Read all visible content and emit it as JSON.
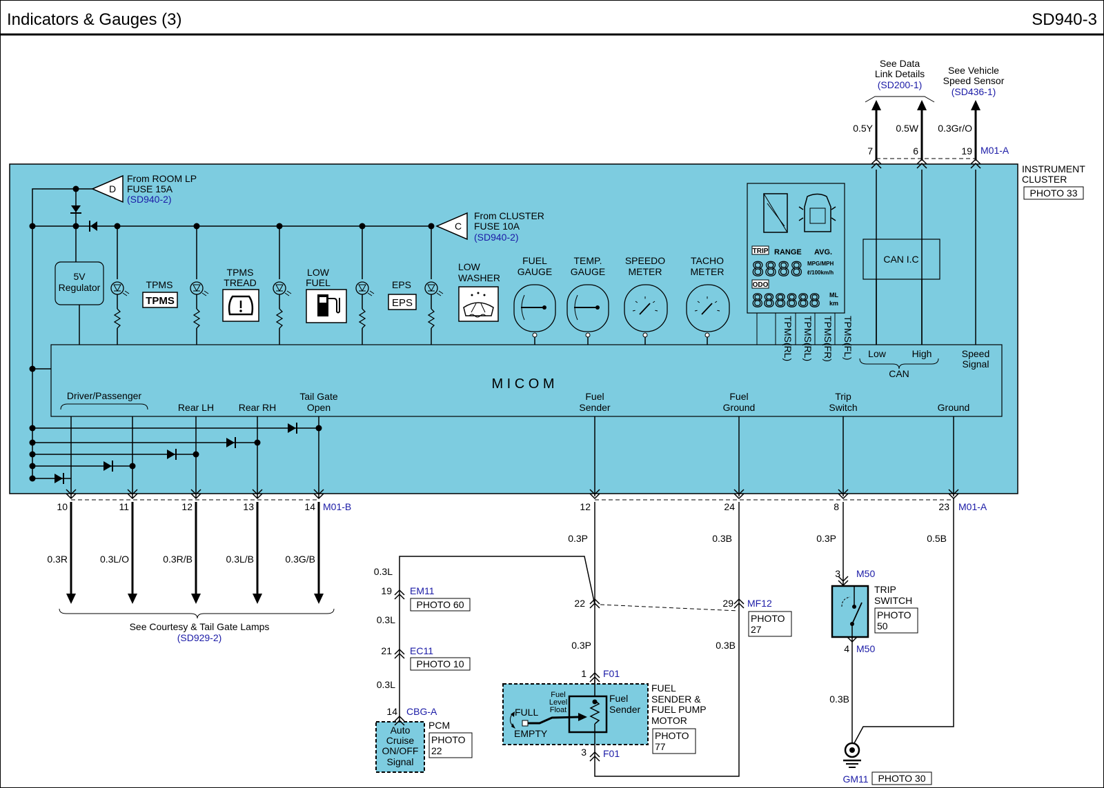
{
  "header": {
    "title": "Indicators & Gauges (3)",
    "code": "SD940-3"
  },
  "sources": {
    "room_lp": {
      "letter": "D",
      "line1": "From ROOM LP",
      "line2": "FUSE 15A",
      "ref": "(SD940-2)"
    },
    "cluster": {
      "letter": "C",
      "line1": "From CLUSTER",
      "line2": "FUSE 10A",
      "ref": "(SD940-2)"
    }
  },
  "cluster": {
    "name1": "INSTRUMENT",
    "name2": "CLUSTER",
    "photo": "PHOTO 33",
    "micom": "M I C O M",
    "regulator1": "5V",
    "regulator2": "Regulator",
    "can_ic": "CAN I.C"
  },
  "indicators": [
    {
      "id": "tpms",
      "line1": "TPMS",
      "line2": "",
      "box": "TPMS"
    },
    {
      "id": "tread",
      "line1": "TPMS",
      "line2": "TREAD",
      "box": ""
    },
    {
      "id": "lowfuel",
      "line1": "LOW",
      "line2": "FUEL",
      "box": ""
    },
    {
      "id": "eps",
      "line1": "EPS",
      "line2": "",
      "box": "EPS"
    },
    {
      "id": "washer",
      "line1": "LOW",
      "line2": "WASHER",
      "box": ""
    }
  ],
  "gauges": [
    {
      "line1": "FUEL",
      "line2": "GAUGE"
    },
    {
      "line1": "TEMP.",
      "line2": "GAUGE"
    },
    {
      "line1": "SPEEDO",
      "line2": "METER"
    },
    {
      "line1": "TACHO",
      "line2": "METER"
    }
  ],
  "lcd": {
    "trip": "TRIP",
    "range": "RANGE",
    "avg": "AVG.",
    "digits4": "8888",
    "mpg": "MPG/MPH",
    "l100": "ℓ/100km/h",
    "odo": "ODO",
    "digits6": "888888",
    "ml": "ML",
    "km": "km",
    "tpms_labels": [
      "TPMS(RL)",
      "TPMS(RL)",
      "TPMS(FR)",
      "TPMS(FL)"
    ]
  },
  "micom_labels": {
    "driver_passenger": "Driver/Passenger",
    "rear_lh": "Rear LH",
    "rear_rh": "Rear RH",
    "tail_gate1": "Tail Gate",
    "tail_gate2": "Open",
    "fuel_sender1": "Fuel",
    "fuel_sender2": "Sender",
    "fuel_ground1": "Fuel",
    "fuel_ground2": "Ground",
    "trip_switch1": "Trip",
    "trip_switch2": "Switch",
    "ground": "Ground",
    "can_low": "Low",
    "can_high": "High",
    "can": "CAN",
    "speed1": "Speed",
    "speed2": "Signal"
  },
  "top_connector": {
    "name": "M01-A",
    "pins": [
      {
        "pin": "7",
        "wire": "0.5Y"
      },
      {
        "pin": "6",
        "wire": "0.5W"
      },
      {
        "pin": "19",
        "wire": "0.3Gr/O"
      }
    ],
    "data_link": {
      "line1": "See Data",
      "line2": "Link Details",
      "ref": "(SD200-1)"
    },
    "vss": {
      "line1": "See Vehicle",
      "line2": "Speed Sensor",
      "ref": "(SD436-1)"
    }
  },
  "bottom_left": {
    "connector": "M01-B",
    "pins": [
      {
        "pin": "10",
        "wire": "0.3R"
      },
      {
        "pin": "11",
        "wire": "0.3L/O"
      },
      {
        "pin": "12",
        "wire": "0.3R/B"
      },
      {
        "pin": "13",
        "wire": "0.3L/B"
      },
      {
        "pin": "14",
        "wire": "0.3G/B"
      }
    ],
    "see_text": "See Courtesy & Tail Gate Lamps",
    "see_ref": "(SD929-2)"
  },
  "bottom_right": {
    "connector": "M01-A",
    "pins": [
      {
        "pin": "12",
        "wire": "0.3P"
      },
      {
        "pin": "24",
        "wire": "0.3B"
      },
      {
        "pin": "8",
        "wire": "0.3P"
      },
      {
        "pin": "23",
        "wire": "0.5B"
      }
    ]
  },
  "pcm_branch": {
    "wire_top": "0.3L",
    "em11_pin": "19",
    "em11": "EM11",
    "em11_photo": "PHOTO 60",
    "wire_mid": "0.3L",
    "ec11_pin": "21",
    "ec11": "EC11",
    "ec11_photo": "PHOTO 10",
    "wire_low": "0.3L",
    "cbg_pin": "14",
    "cbg": "CBG-A",
    "pcm": "PCM",
    "pcm_photo1": "PHOTO",
    "pcm_photo2": "22",
    "box": [
      "Auto",
      "Cruise",
      "ON/OFF",
      "Signal"
    ]
  },
  "fuel_branch": {
    "splice22": "22",
    "wire_after": "0.3P",
    "mf12_pin": "29",
    "mf12": "MF12",
    "mf12_photo1": "PHOTO",
    "mf12_photo2": "27",
    "wire_mf": "0.3B",
    "f01_pin1": "1",
    "f01_a": "F01",
    "f01_pin3": "3",
    "f01_b": "F01",
    "sender_name": [
      "FUEL",
      "SENDER &",
      "FUEL PUMP",
      "MOTOR"
    ],
    "sender_photo1": "PHOTO",
    "sender_photo2": "77",
    "full": "FULL",
    "empty": "EMPTY",
    "float": [
      "Fuel",
      "Level",
      "Float"
    ],
    "sender_label": [
      "Fuel",
      "Sender"
    ]
  },
  "trip_branch": {
    "m50_pin_top": "3",
    "m50_top": "M50",
    "m50_pin_bot": "4",
    "m50_bot": "M50",
    "name1": "TRIP",
    "name2": "SWITCH",
    "photo1": "PHOTO",
    "photo2": "50",
    "wire_after": "0.3B",
    "ground": "GM11",
    "ground_photo": "PHOTO 30"
  },
  "colors": {
    "cluster_fill": "#7dcce0",
    "connector_blue": "#1a1aa6",
    "line": "#000000"
  }
}
